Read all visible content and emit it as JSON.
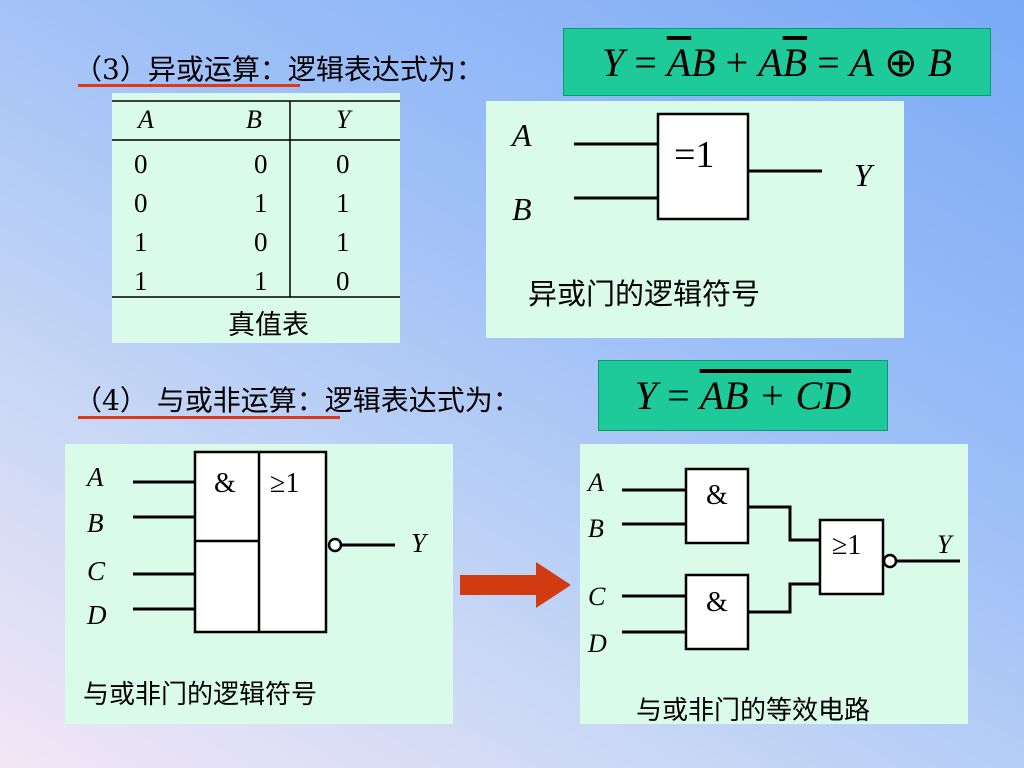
{
  "section3": {
    "title": "（3）异或运算：逻辑表达式为：",
    "formula": {
      "y": "Y",
      "eq": "=",
      "a_bar": "A",
      "b": "B",
      "plus": "+",
      "a": "A",
      "b_bar": "B",
      "eq2": "=",
      "a2": "A",
      "xor": "⊕",
      "b2": "B"
    },
    "truth_table": {
      "headers": [
        "A",
        "B",
        "Y"
      ],
      "rows": [
        [
          "0",
          "0",
          "0"
        ],
        [
          "0",
          "1",
          "1"
        ],
        [
          "1",
          "0",
          "1"
        ],
        [
          "1",
          "1",
          "0"
        ]
      ],
      "caption": "真值表"
    },
    "gate_symbol": {
      "input_a": "A",
      "input_b": "B",
      "gate_label": "=1",
      "output": "Y",
      "caption": "异或门的逻辑符号"
    }
  },
  "section4": {
    "title": "（4） 与或非运算：逻辑表达式为：",
    "formula": {
      "y": "Y",
      "eq": "=",
      "expr": "AB + CD"
    },
    "symbol": {
      "inputs": [
        "A",
        "B",
        "C",
        "D"
      ],
      "and_label": "&",
      "or_label": "≥1",
      "output": "Y",
      "caption": "与或非门的逻辑符号"
    },
    "equivalent": {
      "inputs": [
        "A",
        "B",
        "C",
        "D"
      ],
      "and1_label": "&",
      "and2_label": "&",
      "or_label": "≥1",
      "output": "Y",
      "caption": "与或非门的等效电路"
    }
  },
  "colors": {
    "formula_bg": "#1ec99a",
    "panel_bg": "#dbfbea",
    "underline": "#e0361a",
    "arrow": "#d23a12"
  }
}
